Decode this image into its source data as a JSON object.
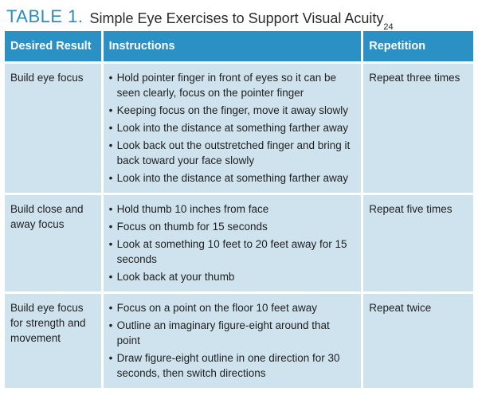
{
  "caption": {
    "label": "TABLE 1.",
    "title": "Simple Eye Exercises to Support Visual Acuity",
    "reference": "24"
  },
  "table": {
    "headers": [
      "Desired Result",
      "Instructions",
      "Repetition"
    ],
    "rows": [
      {
        "result": "Build eye focus",
        "instructions": [
          "Hold pointer finger in front of eyes so it can be seen clearly, focus on the pointer finger",
          "Keeping focus on the finger, move it away slowly",
          "Look into the distance at something farther away",
          "Look back out the outstretched finger and bring it back toward your face slowly",
          "Look into the distance at something farther away"
        ],
        "repetition": "Repeat three times"
      },
      {
        "result": "Build close and away focus",
        "instructions": [
          "Hold thumb 10 inches from face",
          "Focus on thumb for 15 seconds",
          "Look at something 10 feet to 20 feet away for 15 seconds",
          "Look back at your thumb"
        ],
        "repetition": "Repeat five times"
      },
      {
        "result": "Build eye focus for strength and movement",
        "instructions": [
          "Focus on a point on the floor 10 feet away",
          "Outline an imaginary figure-eight around that point",
          "Draw figure-eight outline in one direction for 30 seconds, then switch directions"
        ],
        "repetition": "Repeat twice"
      }
    ]
  },
  "colors": {
    "accent": "#2a8dc0",
    "header_fill": "#2b90c4",
    "cell_fill": "#cfe3ef"
  }
}
